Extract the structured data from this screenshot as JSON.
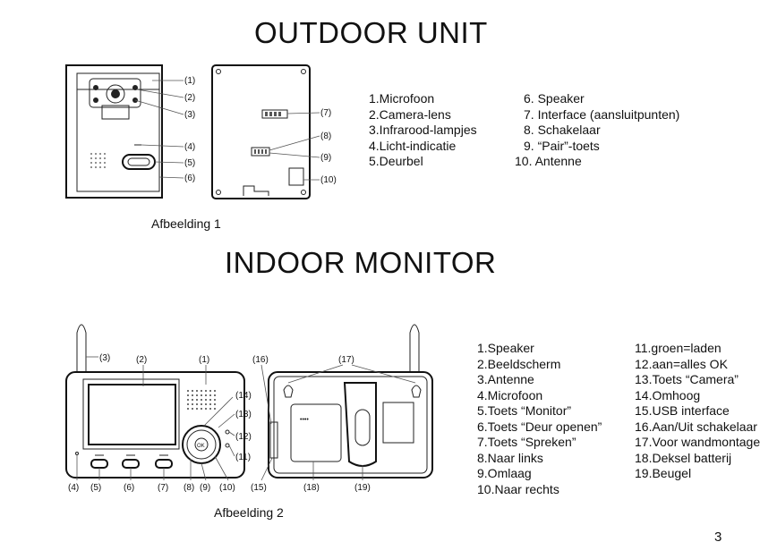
{
  "outdoor": {
    "title": "OUTDOOR  UNIT",
    "caption": "Afbeelding 1",
    "callouts": [
      "(1)",
      "(2)",
      "(3)",
      "(4)",
      "(5)",
      "(6)",
      "(7)",
      "(8)",
      "(9)",
      "(10)"
    ],
    "legend_left": [
      "1.Microfoon",
      "2.Camera-lens",
      "3.Infrarood-lampjes",
      "4.Licht-indicatie",
      "5.Deurbel"
    ],
    "legend_right": [
      "6. Speaker",
      "7. Interface (aansluitpunten)",
      "8. Schakelaar",
      "9. “Pair”-toets",
      "10. Antenne"
    ]
  },
  "indoor": {
    "title": "INDOOR MONITOR",
    "caption": "Afbeelding 2",
    "callouts": [
      "(1)",
      "(2)",
      "(3)",
      "(4)",
      "(5)",
      "(6)",
      "(7)",
      "(8)",
      "(9)",
      "(10)",
      "(11)",
      "(12)",
      "(13)",
      "(14)",
      "(15)",
      "(16)",
      "(17)",
      "(18)",
      "(19)"
    ],
    "legend_left": [
      "1.Speaker",
      "2.Beeldscherm",
      "3.Antenne",
      "4.Microfoon",
      "5.Toets “Monitor”",
      "6.Toets “Deur openen”",
      "7.Toets “Spreken”",
      "8.Naar links",
      "9.Omlaag",
      "10.Naar rechts"
    ],
    "legend_right": [
      "11.groen=laden",
      "12.aan=alles OK",
      "13.Toets “Camera”",
      "14.Omhoog",
      "15.USB interface",
      "16.Aan/Uit schakelaar",
      "17.Voor wandmontage",
      "18.Deksel batterij",
      "19.Beugel"
    ]
  },
  "page_number": "3"
}
